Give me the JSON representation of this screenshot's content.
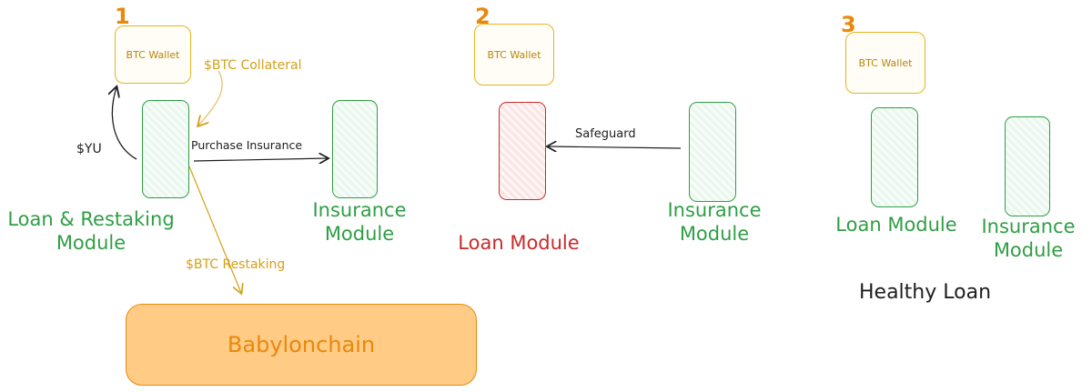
{
  "steps": [
    "1",
    "2",
    "3"
  ],
  "wallet_label": "BTC Wallet",
  "panel1": {
    "collateral_label": "$BTC Collateral",
    "yu_label": "$YU",
    "purchase_label": "Purchase Insurance",
    "loan_restaking_title": [
      "Loan & Restaking",
      "Module"
    ],
    "insurance_title": [
      "Insurance",
      "Module"
    ],
    "restaking_label": "$BTC Restaking",
    "chain_label": "Babylonchain"
  },
  "panel2": {
    "safeguard_label": "Safeguard",
    "loan_title": "Loan Module",
    "insurance_title": [
      "Insurance",
      "Module"
    ]
  },
  "panel3": {
    "loan_title": "Loan Module",
    "insurance_title": [
      "Insurance",
      "Module"
    ],
    "caption": "Healthy Loan"
  },
  "colors": {
    "module_green": "#2f9e44",
    "loan_red": "#c92a2a",
    "wallet_gold": "#e6b422",
    "chain_orange": "#e8890c",
    "chain_fill": "#ffcb85"
  }
}
